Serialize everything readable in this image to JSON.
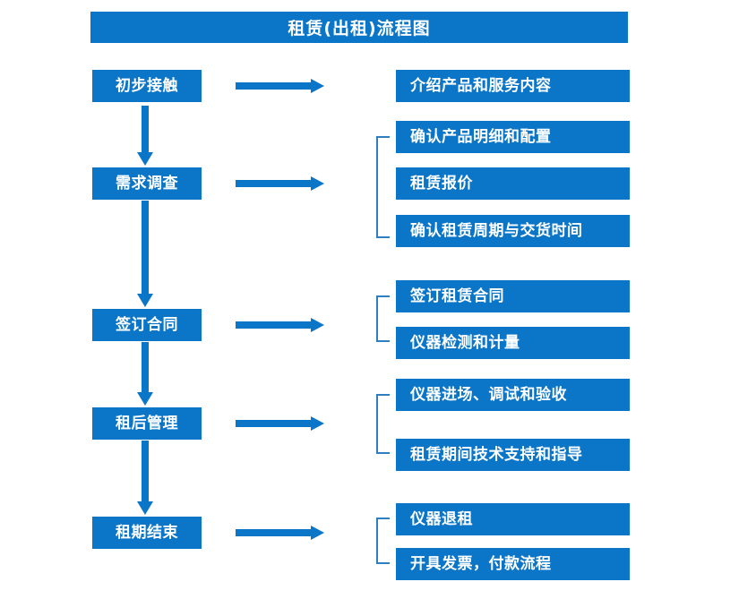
{
  "chart_data": {
    "type": "diagram",
    "title": "租赁(出租)流程图",
    "diagram_kind": "flowchart",
    "orientation": "vertical-stages-with-branches",
    "stages": [
      {
        "label": "初步接触",
        "details": [
          "介绍产品和服务内容"
        ],
        "bracketed": false
      },
      {
        "label": "需求调查",
        "details": [
          "确认产品明细和配置",
          "租赁报价",
          "确认租赁周期与交货时间"
        ],
        "bracketed": true
      },
      {
        "label": "签订合同",
        "details": [
          "签订租赁合同",
          "仪器检测和计量"
        ],
        "bracketed": true
      },
      {
        "label": "租后管理",
        "details": [
          "仪器进场、调试和验收",
          "租赁期间技术支持和指导"
        ],
        "bracketed": true
      },
      {
        "label": "租期结束",
        "details": [
          "仪器退租",
          "开具发票，付款流程"
        ],
        "bracketed": true
      }
    ]
  },
  "header": {
    "title": "租赁(出租)流程图"
  },
  "colors": {
    "brand_blue": "#0b76c8",
    "bracket_blue": "#2f7fc0",
    "background": "#ffffff",
    "box_text": "#ffffff"
  },
  "stage_boxes": [
    {
      "label": "初步接触"
    },
    {
      "label": "需求调查"
    },
    {
      "label": "签订合同"
    },
    {
      "label": "租后管理"
    },
    {
      "label": "租期结束"
    }
  ],
  "detail_boxes": [
    {
      "label": "介绍产品和服务内容"
    },
    {
      "label": "确认产品明细和配置"
    },
    {
      "label": "租赁报价"
    },
    {
      "label": "确认租赁周期与交货时间"
    },
    {
      "label": "签订租赁合同"
    },
    {
      "label": "仪器检测和计量"
    },
    {
      "label": "仪器进场、调试和验收"
    },
    {
      "label": "租赁期间技术支持和指导"
    },
    {
      "label": "仪器退租"
    },
    {
      "label": "开具发票，付款流程"
    }
  ]
}
